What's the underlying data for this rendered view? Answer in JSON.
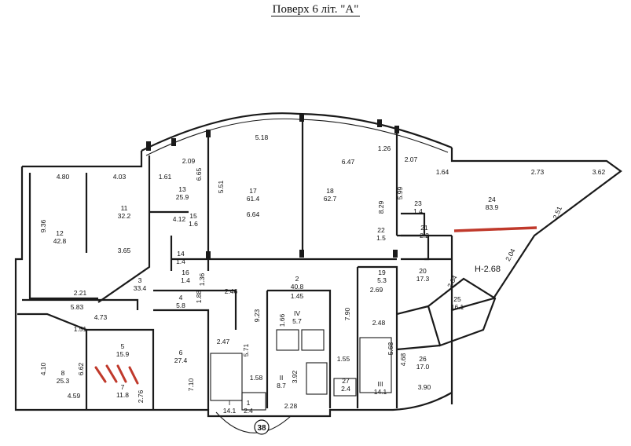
{
  "title": "Поверх  6  літ. \"А\"",
  "height_note": "H-2.68",
  "axis_number": "38",
  "rooms": [
    {
      "no": "1",
      "area": "2.4"
    },
    {
      "no": "2",
      "area": "40.8"
    },
    {
      "no": "3",
      "area": "33.4"
    },
    {
      "no": "4",
      "area": "5.8"
    },
    {
      "no": "5",
      "area": "15.9"
    },
    {
      "no": "6",
      "area": "27.4"
    },
    {
      "no": "7",
      "area": "11.8"
    },
    {
      "no": "8",
      "area": "25.3"
    },
    {
      "no": "11",
      "area": "32.2"
    },
    {
      "no": "12",
      "area": "42.8"
    },
    {
      "no": "13",
      "area": "25.9"
    },
    {
      "no": "14",
      "area": "1.4"
    },
    {
      "no": "15",
      "area": "1.6"
    },
    {
      "no": "16",
      "area": "1.4"
    },
    {
      "no": "17",
      "area": "61.4"
    },
    {
      "no": "18",
      "area": "62.7"
    },
    {
      "no": "19",
      "area": "5.3"
    },
    {
      "no": "20",
      "area": "17.3"
    },
    {
      "no": "21",
      "area": "2.2"
    },
    {
      "no": "22",
      "area": "1.5"
    },
    {
      "no": "23",
      "area": "1.4"
    },
    {
      "no": "24",
      "area": "83.9"
    },
    {
      "no": "25",
      "area": "16.1"
    },
    {
      "no": "26",
      "area": "17.0"
    },
    {
      "no": "27",
      "area": "2.4"
    },
    {
      "no": "I",
      "area": "14.1"
    },
    {
      "no": "II",
      "area": "8.7"
    },
    {
      "no": "III",
      "area": "14.1"
    },
    {
      "no": "IV",
      "area": "5.7"
    }
  ],
  "dimensions": [
    "5.18",
    "1.26",
    "2.09",
    "6.47",
    "2.07",
    "4.80",
    "4.03",
    "1.61",
    "6.65",
    "5.51",
    "1.64",
    "2.73",
    "3.62",
    "9.36",
    "4.12",
    "6.64",
    "8.29",
    "5.99",
    "2.51",
    "3.65",
    "2.04",
    "2.21",
    "5.83",
    "1.36",
    "1.88",
    "2.46",
    "1.45",
    "1.66",
    "9.23",
    "7.90",
    "2.69",
    "2.64",
    "4.73",
    "1.51",
    "2.48",
    "5.68",
    "2.47",
    "5.71",
    "6.62",
    "4.10",
    "7.10",
    "1.55",
    "4.68",
    "3.92",
    "1.58",
    "4.59",
    "2.76",
    "2.28",
    "3.90"
  ]
}
